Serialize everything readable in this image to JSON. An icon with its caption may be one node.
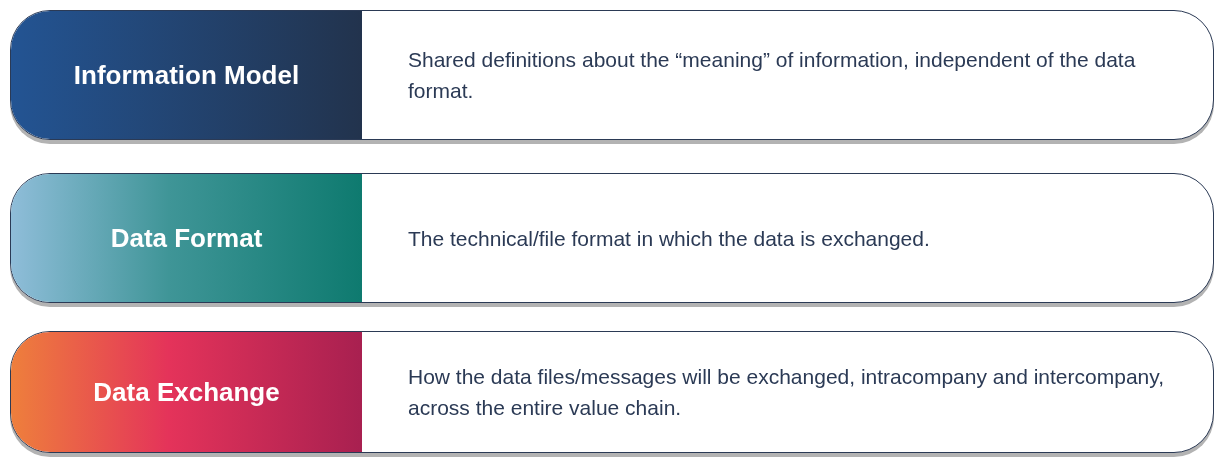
{
  "diagram": {
    "nodes": [
      {
        "text": [
          "Information Model",
          "Shared definitions about the “meaning” of information, independent of the data format."
        ]
      },
      {
        "text": [
          "Data Format",
          "The technical/file format in which the data is exchanged."
        ]
      },
      {
        "text": [
          "Data Exchange",
          "How the data files/messages will be exchanged, intracompany and intercompany, across the entire value chain."
        ]
      }
    ]
  }
}
